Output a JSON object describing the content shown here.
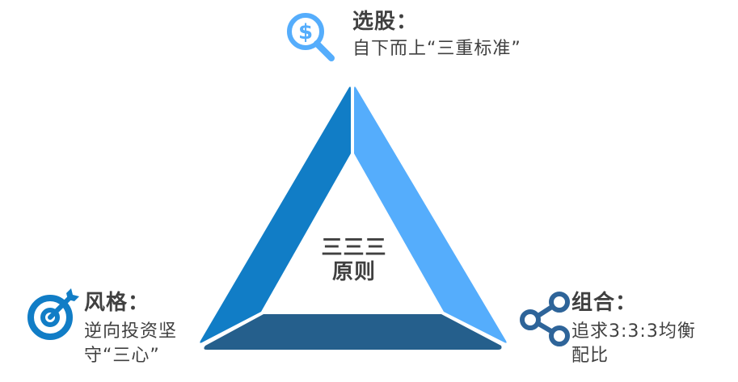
{
  "center": {
    "line1": "三三三",
    "line2": "原则"
  },
  "colors": {
    "left_side": "#117DC6",
    "right_side": "#55ADFC",
    "bottom_side": "#255F8C",
    "text": "#404040",
    "icon_search": "#55ADFC",
    "icon_target": "#117DC6",
    "icon_share": "#2E6499"
  },
  "nodes": [
    {
      "id": "stock-selection",
      "icon": "dollar-search-icon",
      "title": "选股：",
      "desc_lines": [
        "自下而上“三重标准”"
      ]
    },
    {
      "id": "style",
      "icon": "target-arrow-icon",
      "title": "风格：",
      "desc_lines": [
        "逆向投资坚",
        "守“三心”"
      ]
    },
    {
      "id": "portfolio",
      "icon": "share-nodes-icon",
      "title": "组合：",
      "desc_lines": [
        "追求3:3:3均衡",
        "配比"
      ]
    }
  ]
}
